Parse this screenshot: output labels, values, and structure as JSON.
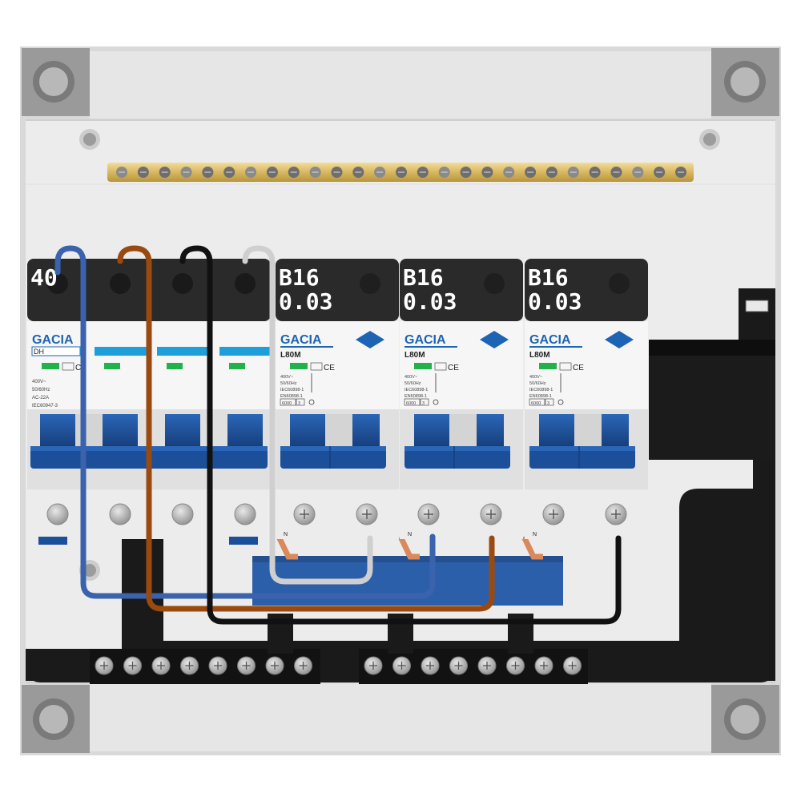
{
  "enclosure": {
    "busbar_screws": 27
  },
  "main_device": {
    "rating": "40",
    "brand": "GACIA",
    "model": "DH",
    "specs": [
      "400V~",
      "50/60Hz",
      "AC-22A",
      "IEC60947-3"
    ]
  },
  "breakers": [
    {
      "rating_line1": "B16",
      "rating_line2": "0.03",
      "brand": "GACIA",
      "model": "L80M",
      "specs": [
        "400V~",
        "50/60Hz",
        "IEC60898-1",
        "EN60898-1"
      ],
      "box_values": [
        "6000",
        "3"
      ],
      "neutral_label": "N"
    },
    {
      "rating_line1": "B16",
      "rating_line2": "0.03",
      "brand": "GACIA",
      "model": "L80M",
      "specs": [
        "400V~",
        "50/60Hz",
        "IEC60898-1",
        "EN60898-1"
      ],
      "box_values": [
        "6000",
        "3"
      ],
      "neutral_label": "N"
    },
    {
      "rating_line1": "B16",
      "rating_line2": "0.03",
      "brand": "GACIA",
      "model": "L80M",
      "specs": [
        "400V~",
        "50/60Hz",
        "IEC60898-1",
        "EN60898-1"
      ],
      "box_values": [
        "6000",
        "3"
      ],
      "neutral_label": "N"
    }
  ],
  "ce_mark": "CE",
  "wire_colors": {
    "blue": "#3b62ad",
    "brown": "#9a4a10",
    "black": "#111111",
    "grey": "#cfcfcf"
  },
  "colors": {
    "brand_blue": "#1e64b4",
    "toggle_blue": "#1b4f9a",
    "led_green": "#22b24c",
    "brass": "#d8b760"
  }
}
